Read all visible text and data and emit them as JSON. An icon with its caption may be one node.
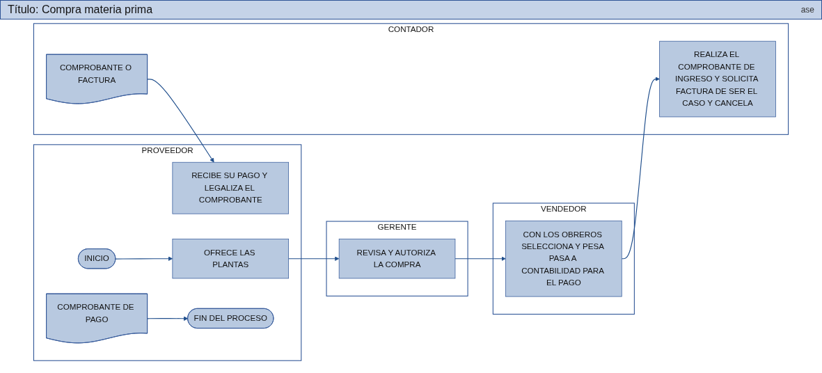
{
  "diagram": {
    "title": "Título: Compra materia prima",
    "nodes": [
      {
        "text": [
          "PROVEEDOR"
        ]
      },
      {
        "text": [
          "INICIO"
        ],
        "in": 0
      },
      {
        "text": [
          "OFRECE LAS PLANTAS"
        ],
        "in": 0
      },
      {
        "text": [
          "RECIBE SU PAGO Y LEGALIZA EL COMPROBANTE"
        ],
        "in": 0
      },
      {
        "text": [
          "COMPROBANTE DE PAGO"
        ],
        "in": 0
      },
      {
        "text": [
          "FIN DEL PROCESO"
        ],
        "in": 0
      },
      {
        "text": [
          "GERENTE"
        ]
      },
      {
        "text": [
          "REVISA Y AUTORIZA LA COMPRA"
        ],
        "in": 6
      },
      {
        "text": [
          "VENDEDOR"
        ]
      },
      {
        "text": [
          "CON LOS OBREROS SELECCIONA Y PESA PASA A CONTABILIDAD PARA EL PAGO"
        ],
        "in": 8
      },
      {
        "text": [
          "CONTADOR"
        ]
      },
      {
        "text": [
          "REALIZA EL COMPROBANTE DE INGRESO Y SOLICITA FACTURA DE SER EL CASO Y CANCELA"
        ],
        "in": 10
      },
      {
        "text": [
          "COMPROBANTE O FACTURA"
        ],
        "in": 10
      }
    ],
    "edges": [
      {
        "from": 1,
        "to": 2,
        "arrow": "to"
      },
      {
        "from": 2,
        "to": 7,
        "arrow": "to"
      },
      {
        "from": 7,
        "to": 9,
        "arrow": "to"
      },
      {
        "from": 9,
        "to": 11,
        "arrow": "to"
      },
      {
        "from": 12,
        "to": 3,
        "arrow": "to"
      },
      {
        "from": 4,
        "to": 5,
        "arrow": "to"
      }
    ],
    "labels": [
      "ase"
    ]
  }
}
